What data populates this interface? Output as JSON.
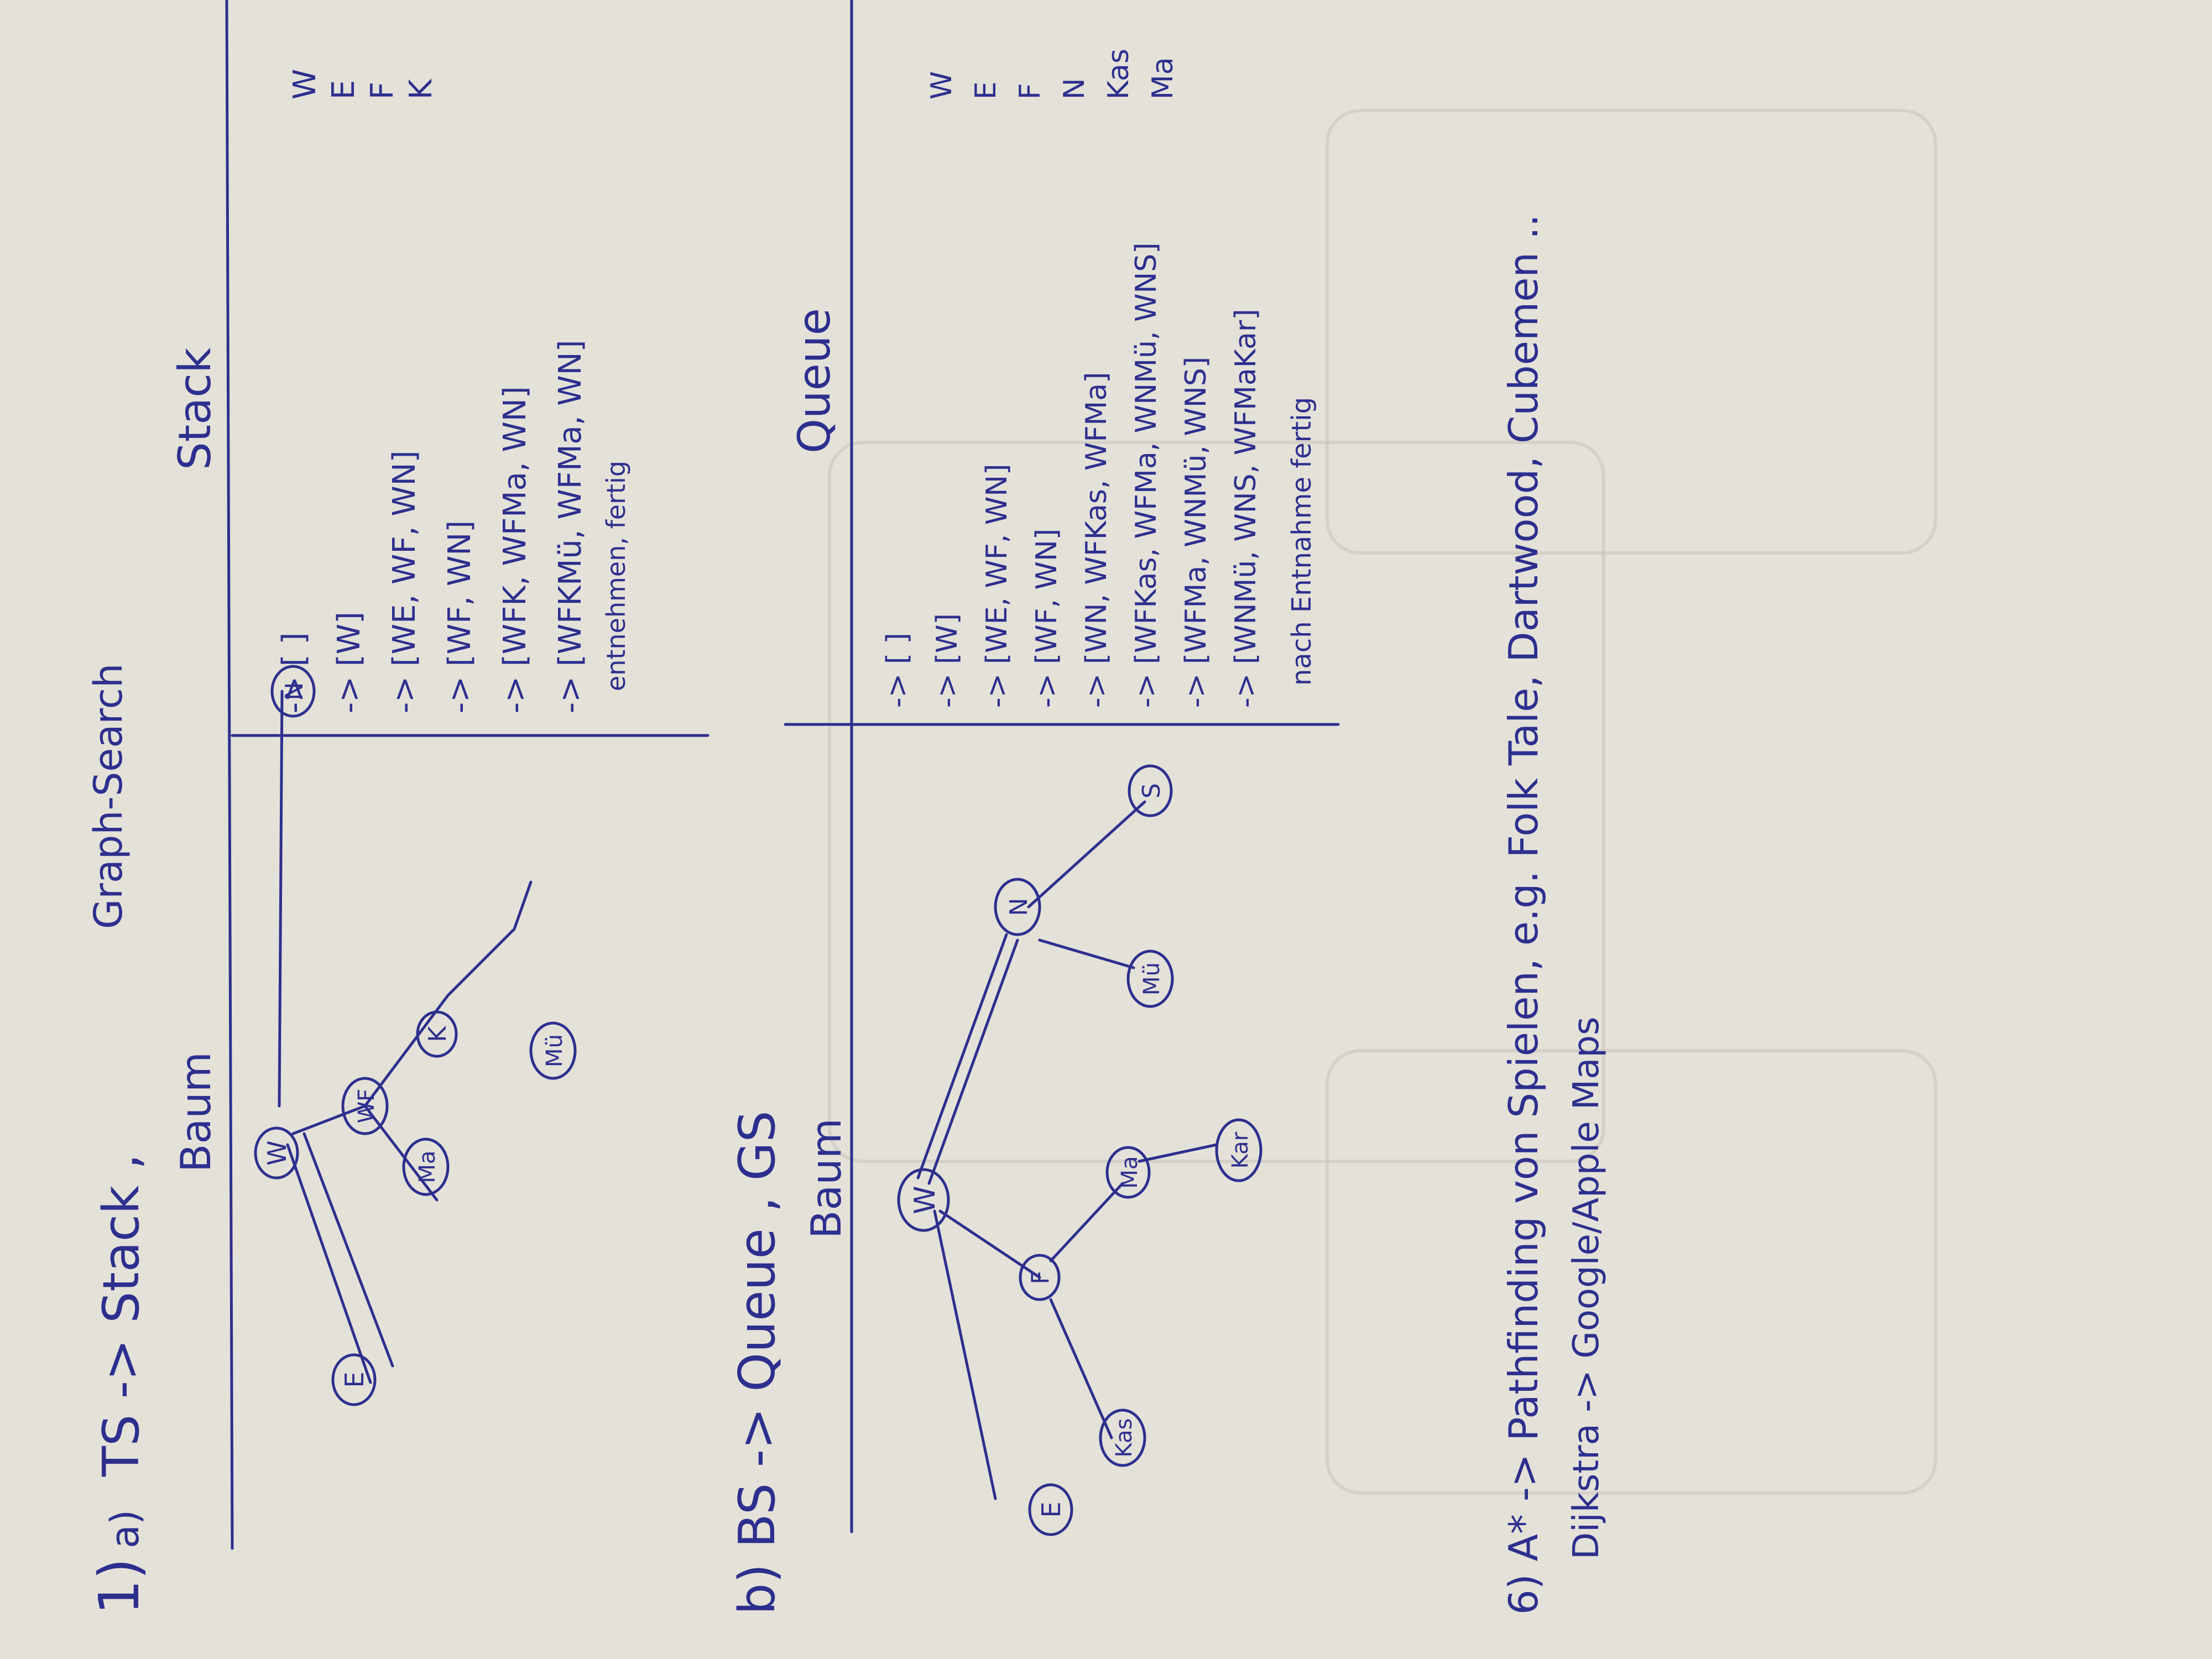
{
  "s1": {
    "num": "1)",
    "a": "a)",
    "title": "TS -> Stack ,",
    "graph_search": "Graph-Search",
    "baum": "Baum",
    "stack": "Stack",
    "nodes": {
      "W": "W",
      "E": "E",
      "WF": "WF",
      "K": "K",
      "Mü": "Mü",
      "Ma": "Ma",
      "N": "N"
    },
    "rows": [
      "-> [ ]",
      "-> [W]",
      "-> [WE, WF, WN]",
      "-> [WF, WN]",
      "-> [WFK, WFMa, WN]",
      "-> [WFKMü, WFMa, WN]"
    ],
    "done": "entnehmen, fertig",
    "visited": [
      "W",
      "E",
      "F",
      "K"
    ]
  },
  "s2": {
    "title": "b) BS -> Queue , GS",
    "baum": "Baum",
    "queue": "Queue",
    "nodes": {
      "W": "W",
      "E": "E",
      "F": "F",
      "Kas": "Kas",
      "Ma": "Ma",
      "Kar": "Kar",
      "N": "N",
      "Mü": "Mü",
      "S": "S"
    },
    "rows": [
      "-> [ ]",
      "-> [W]",
      "-> [WE, WF, WN]",
      "-> [WF, WN]",
      "-> [WN, WFKas, WFMa]",
      "-> [WFKas, WFMa, WNMü, WNS]",
      "-> [WFMa, WNMü, WNS]",
      "-> [WNMü, WNS, WFMaKar]"
    ],
    "done": "nach Entnahme fertig",
    "visited": [
      "W",
      "E",
      "F",
      "N",
      "Kas",
      "Ma"
    ]
  },
  "s3": {
    "title": "6) A* -> Pathfinding von Spielen, e.g. Folk Tale, Dartwood, Cubemen ..",
    "line2": "Dijkstra -> Google/Apple Maps"
  }
}
